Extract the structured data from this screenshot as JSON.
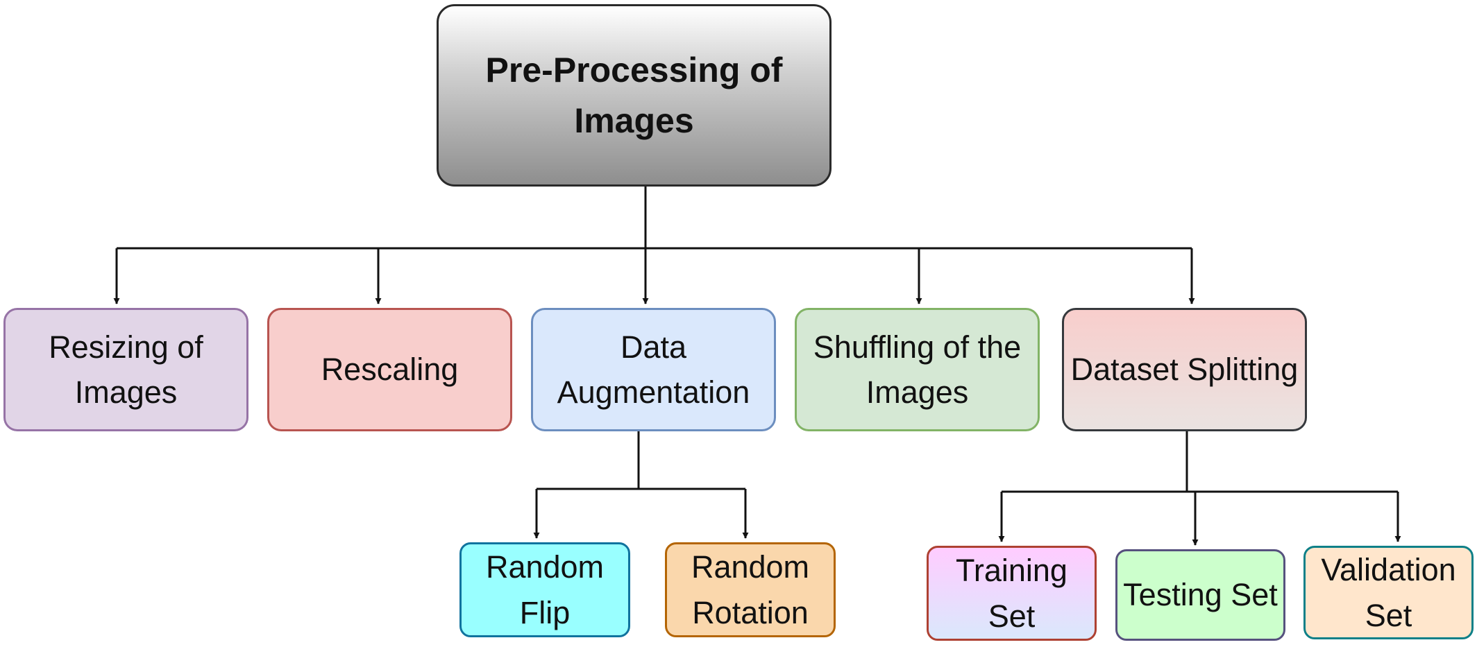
{
  "root": {
    "label": "Pre-Processing of Images"
  },
  "steps": [
    {
      "lines": [
        "Resizing of",
        "Images"
      ]
    },
    {
      "lines": [
        "Rescaling"
      ]
    },
    {
      "lines": [
        "Data Augmentation"
      ]
    },
    {
      "lines": [
        "Shuffling of the",
        "Images"
      ]
    },
    {
      "lines": [
        "Dataset Splitting"
      ]
    }
  ],
  "augmentation": [
    {
      "lines": [
        "Random Flip"
      ]
    },
    {
      "lines": [
        "Random",
        "Rotation"
      ]
    }
  ],
  "splits": [
    {
      "lines": [
        "Training Set"
      ]
    },
    {
      "lines": [
        "Testing Set"
      ]
    },
    {
      "lines": [
        "Validation Set"
      ]
    }
  ],
  "colors": {
    "connector": "#111111",
    "resizing": "#e1d5e7",
    "rescaling": "#f8cecc",
    "augmentation": "#dae8fc",
    "shuffling": "#d5e8d4",
    "random_flip": "#99ffff",
    "random_rotation": "#fad7ac",
    "testing": "#ccffcc",
    "validation": "#ffe6cc"
  }
}
